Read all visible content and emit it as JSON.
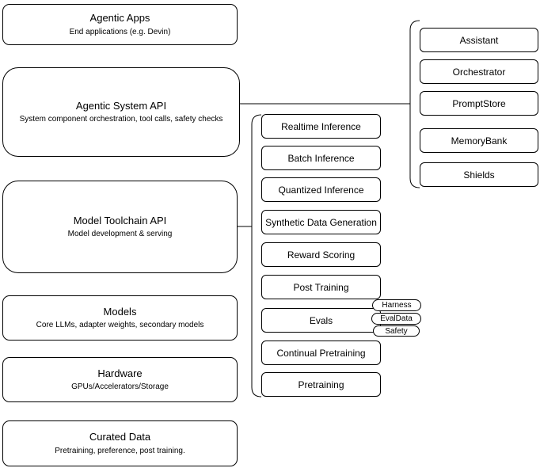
{
  "diagram": {
    "colors": {
      "stroke": "#000000",
      "fill": "#ffffff",
      "text": "#000000"
    },
    "stack": [
      {
        "title": "Agentic Apps",
        "subtitle": "End applications (e.g. Devin)"
      },
      {
        "title": "Agentic System API",
        "subtitle": "System component orchestration, tool calls, safety checks"
      },
      {
        "title": "Model Toolchain API",
        "subtitle": "Model development & serving"
      },
      {
        "title": "Models",
        "subtitle": "Core LLMs, adapter weights, secondary models"
      },
      {
        "title": "Hardware",
        "subtitle": "GPUs/Accelerators/Storage"
      },
      {
        "title": "Curated Data",
        "subtitle": "Pretraining, preference, post training."
      }
    ],
    "toolchain_components": [
      "Realtime Inference",
      "Batch Inference",
      "Quantized Inference",
      "Synthetic Data Generation",
      "Reward Scoring",
      "Post Training",
      "Evals",
      "Continual Pretraining",
      "Pretraining"
    ],
    "evals_children": [
      "Harness",
      "EvalData",
      "Safety"
    ],
    "system_components": [
      "Assistant",
      "Orchestrator",
      "PromptStore",
      "MemoryBank",
      "Shields"
    ]
  }
}
